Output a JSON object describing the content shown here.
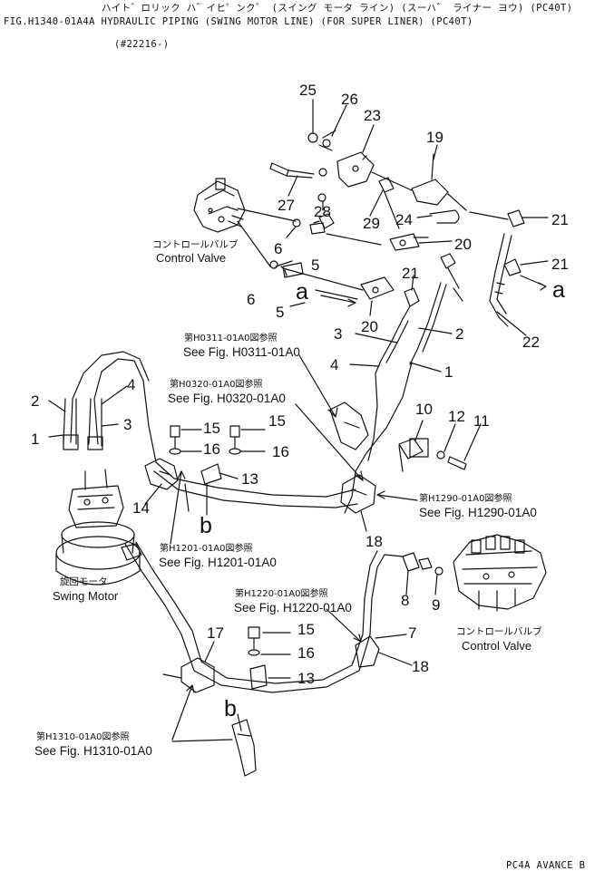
{
  "header": {
    "jp_title": "ハイト゛ロリック ハ゛イヒ゜ンク゛ (スイング モータ ライン) (スーハ゛ ライナー ヨウ) (PC40T)",
    "title": "FIG.H1340-01A4A HYDRAULIC PIPING (SWING MOTOR LINE) (FOR SUPER LINER) (PC40T)",
    "serial": "(#22216-)"
  },
  "part_numbers": [
    "25",
    "26",
    "23",
    "19",
    "27",
    "28",
    "29",
    "24",
    "21",
    "20",
    "21",
    "6",
    "5",
    "a",
    "21",
    "a",
    "6",
    "5",
    "20",
    "3",
    "2",
    "22",
    "4",
    "1",
    "10",
    "12",
    "11",
    "2",
    "4",
    "3",
    "1",
    "15",
    "16",
    "15",
    "16",
    "13",
    "14",
    "b",
    "18",
    "8",
    "9",
    "15",
    "16",
    "13",
    "17",
    "7",
    "18",
    "b"
  ],
  "references": [
    {
      "jp": "第H0311-01A0図参照",
      "en": "See Fig. H0311-01A0"
    },
    {
      "jp": "第H0320-01A0図参照",
      "en": "See Fig. H0320-01A0"
    },
    {
      "jp": "第H1290-01A0図参照",
      "en": "See Fig. H1290-01A0"
    },
    {
      "jp": "第H1201-01A0図参照",
      "en": "See Fig. H1201-01A0"
    },
    {
      "jp": "第H1220-01A0図参照",
      "en": "See Fig. H1220-01A0"
    },
    {
      "jp": "第H1310-01A0図参照",
      "en": "See Fig. H1310-01A0"
    }
  ],
  "components": {
    "control_valve_top": {
      "jp": "コントロールバルブ",
      "en": "Control Valve"
    },
    "control_valve_right": {
      "jp": "コントロールバルブ",
      "en": "Control Valve"
    },
    "swing_motor": {
      "jp": "旋回モータ",
      "en": "Swing Motor"
    }
  },
  "footer": {
    "code": "PC4A AVANCE B"
  }
}
